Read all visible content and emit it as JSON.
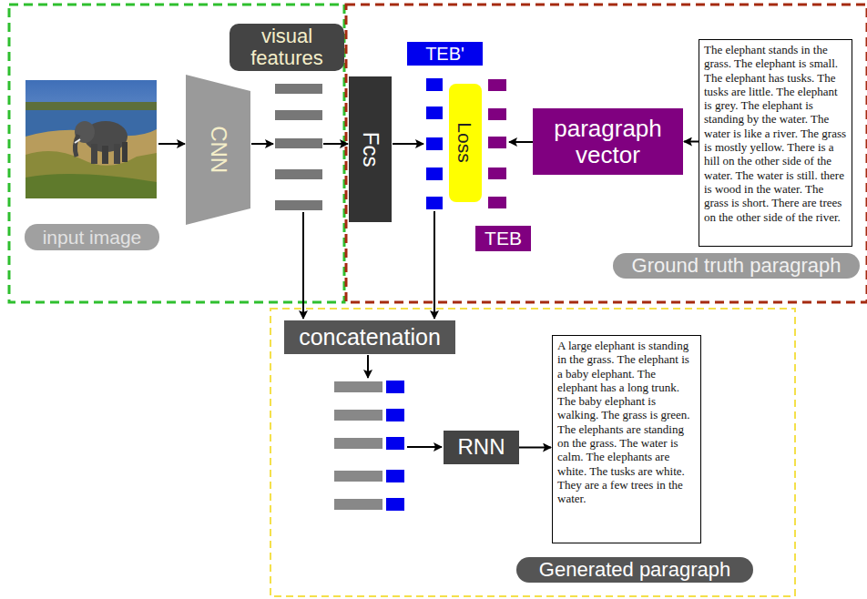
{
  "diagram": {
    "nodes": [
      {
        "text": [
          "visual features"
        ]
      },
      {
        "text": [
          "CNN"
        ]
      },
      {
        "text": [
          "Fcs"
        ]
      },
      {
        "text": [
          "TEB'"
        ]
      },
      {
        "text": [
          "Loss"
        ]
      },
      {
        "text": [
          "paragraph vector"
        ]
      },
      {
        "text": [
          "The elephant stands in the grass. The elephant is small. The elephant has tusks. The tusks are little. The elephant is grey. The elephant is standing by the water. The water is like a river. The grass is mostly yellow. There is a hill on the other side of the water. The water is still. there is wood in the water. The grass is short. There are trees on the other side of the river."
        ]
      },
      {
        "text": [
          "input image"
        ]
      },
      {
        "text": [
          "TEB"
        ]
      },
      {
        "text": [
          "Ground truth paragraph"
        ]
      },
      {
        "text": [
          "concatenation"
        ]
      },
      {
        "text": [
          "RNN"
        ]
      },
      {
        "text": [
          "A large elephant is standing in the grass. The elephant is a baby elephant. The elephant has a long trunk. The baby elephant is walking. The grass is green. The elephants are standing on the grass. The water is calm. The elephants are white. The tusks are white. They are a few trees in the water."
        ]
      },
      {
        "text": [
          "Generated paragraph"
        ]
      }
    ],
    "edges": [
      {
        "from": 6,
        "to": 5,
        "arrow": "to"
      },
      {
        "from": 11,
        "to": 12,
        "arrow": "to"
      }
    ]
  }
}
